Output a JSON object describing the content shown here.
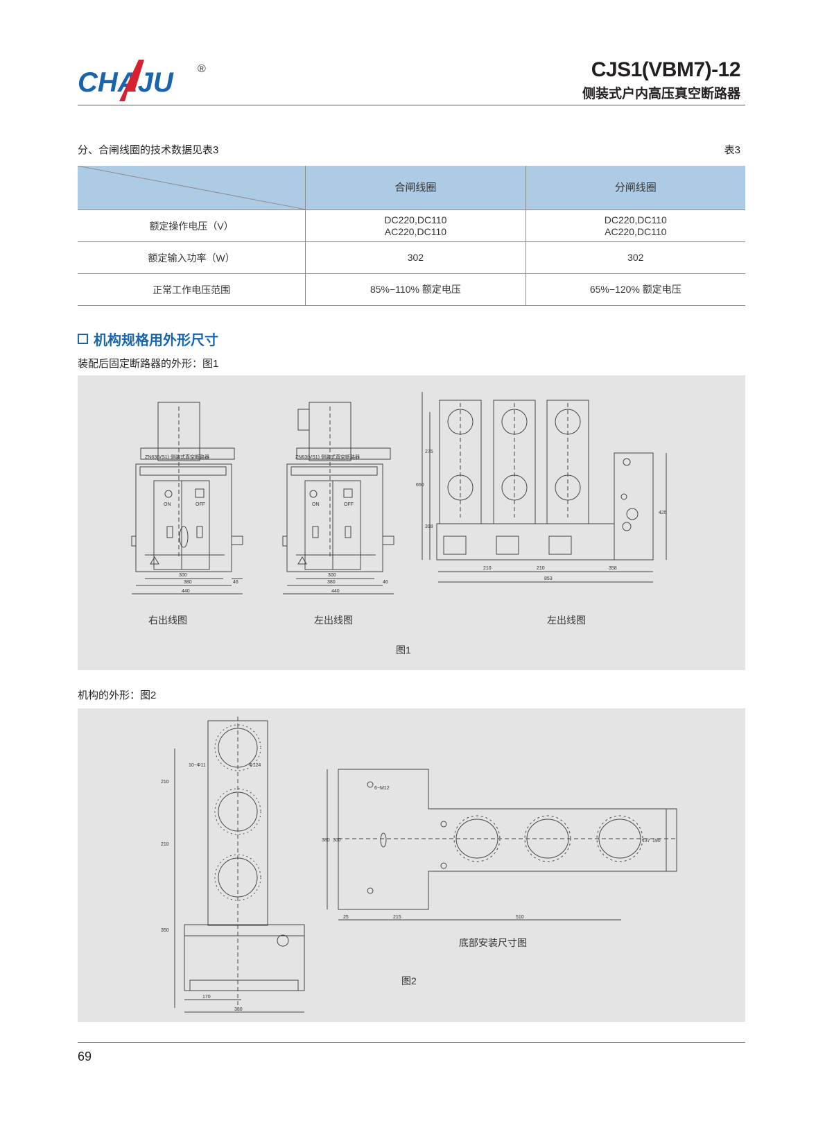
{
  "header": {
    "brand": "CHAJU",
    "registered": "®",
    "model": "CJS1(VBM7)-12",
    "subtitle": "侧装式户内高压真空断路器"
  },
  "table_section": {
    "caption": "分、合闸线圈的技术数据见表3",
    "table_label": "表3",
    "columns": [
      "合闸线圈",
      "分闸线圈"
    ],
    "rows": [
      {
        "label": "额定操作电压（V）",
        "close_line1": "DC220,DC110",
        "close_line2": "AC220,DC110",
        "open_line1": "DC220,DC110",
        "open_line2": "AC220,DC110"
      },
      {
        "label": "额定输入功率（W）",
        "close": "302",
        "open": "302"
      },
      {
        "label": "正常工作电压范围",
        "close": "85%−110% 额定电压",
        "open": "65%−120% 额定电压"
      }
    ]
  },
  "section": {
    "title": "机构规格用外形尺寸",
    "fig1_intro": "装配后固定断路器的外形：图1",
    "fig2_intro": "机构的外形：图2"
  },
  "figure1": {
    "caption": "图1",
    "views": [
      "右出线图",
      "左出线图",
      "左出线图"
    ],
    "nameplate": "ZN63(VS1)    侧装式真空断路器",
    "dims": {
      "w300": "300",
      "w380": "380",
      "w440": "440",
      "w46": "46",
      "h275": "275",
      "h650": "650",
      "h318": "318",
      "h425": "425",
      "d210a": "210",
      "d210b": "210",
      "d358": "358",
      "d853": "853"
    },
    "switch_labels": {
      "on": "ON",
      "off": "OFF"
    }
  },
  "figure2": {
    "caption": "图2",
    "bottom_caption": "底部安装尺寸图",
    "dims": {
      "holes": "10−Φ11",
      "dia": "Φ124",
      "v210a": "210",
      "v210b": "210",
      "v350": "350",
      "h170": "170",
      "h380": "380",
      "m12": "6−M12",
      "v380": "380",
      "v300": "300",
      "h25": "25",
      "h215": "215",
      "h510": "510",
      "v137": "137",
      "v190": "190"
    }
  },
  "footer": {
    "page_number": "69"
  },
  "colors": {
    "accent_blue": "#1a64ad",
    "logo_red": "#d7202f",
    "table_header": "#aecbe6",
    "panel_gray": "#e4e4e4"
  }
}
